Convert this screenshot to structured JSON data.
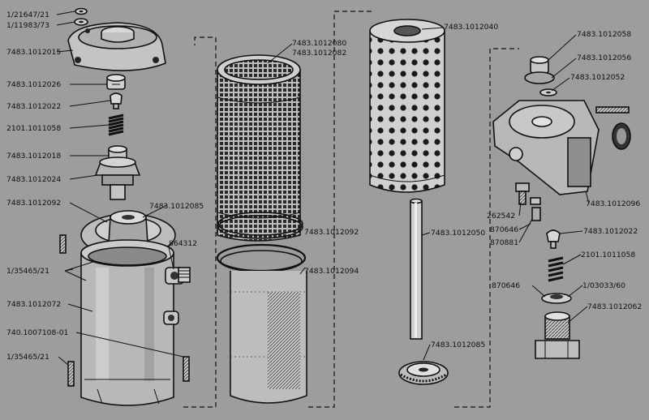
{
  "labels": {
    "l01": "1/21647/21",
    "l02": "1/11983/73",
    "l03": "7483.1012015",
    "l04": "7483.1012026",
    "l05": "7483.1012022",
    "l06": "2101.1011058",
    "l07": "7483.1012018",
    "l08": "7483.1012024",
    "l09": "7483.1012092",
    "l10": "7483.1012085",
    "l11": "864312",
    "l12": "1/35465/21",
    "l13": "7483.1012072",
    "l14": "740.1007108-01",
    "l15": "1/35465/21",
    "l16": "7483.1012080",
    "l17": "7483.1012082",
    "l18": "7483.1012092",
    "l19": "7483.1012094",
    "l20": "7483.1012040",
    "l21": "7483.1012050",
    "l22": "7483.1012085",
    "l23": "7483.1012058",
    "l24": "7483.1012056",
    "l25": "7483.1012052",
    "l26": "7483.1012096",
    "l27": "262542",
    "l28": "870646",
    "l29": "870881",
    "l30": "7483.1012022",
    "l31": "2101.1011058",
    "l32": "870646",
    "l33": "1/03033/60",
    "l34": "7483.1012062"
  }
}
